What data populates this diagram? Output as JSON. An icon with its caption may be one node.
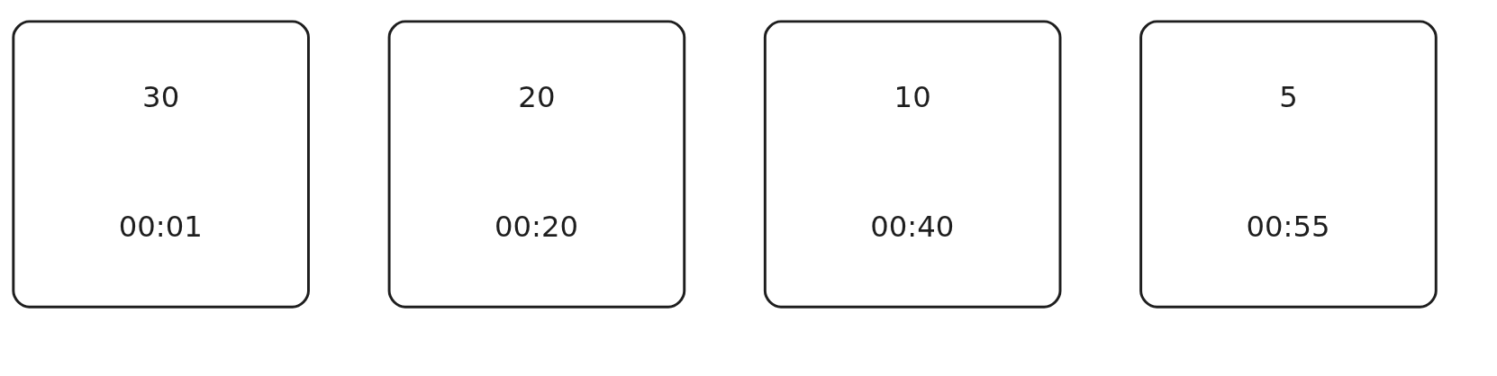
{
  "diagram": {
    "nodes": [
      {
        "text": [
          "30",
          "00:01"
        ]
      },
      {
        "text": [
          "20",
          "00:20"
        ]
      },
      {
        "text": [
          "10",
          "00:40"
        ]
      },
      {
        "text": [
          "5",
          "00:55"
        ]
      }
    ]
  }
}
